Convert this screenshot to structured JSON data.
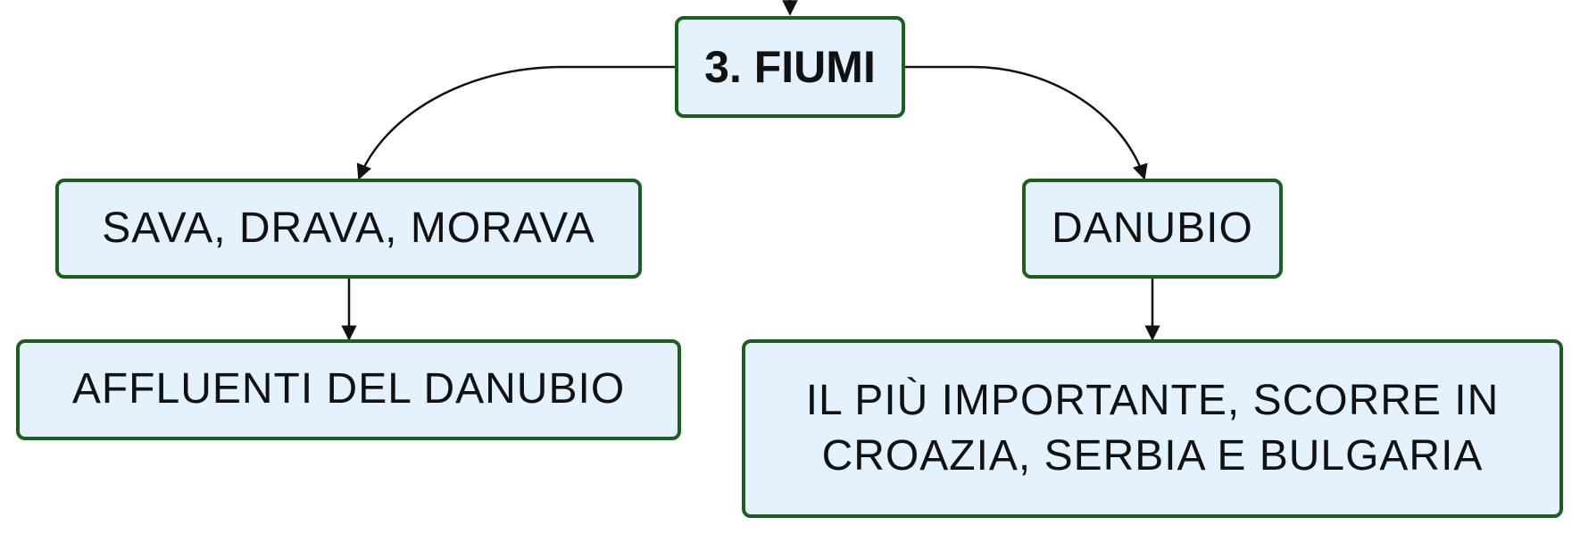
{
  "diagram": {
    "root": {
      "label": "3. FIUMI"
    },
    "left_branch": {
      "label": "SAVA, DRAVA, MORAVA",
      "child": {
        "label": "AFFLUENTI DEL DANUBIO"
      }
    },
    "right_branch": {
      "label": "DANUBIO",
      "child": {
        "line1": "IL PIÙ IMPORTANTE, SCORRE IN",
        "line2": "CROAZIA, SERBIA E BULGARIA"
      }
    }
  },
  "colors": {
    "node_fill": "#e3f2fd",
    "node_border": "#1b5e20",
    "connector": "#111111",
    "text": "#111111"
  }
}
